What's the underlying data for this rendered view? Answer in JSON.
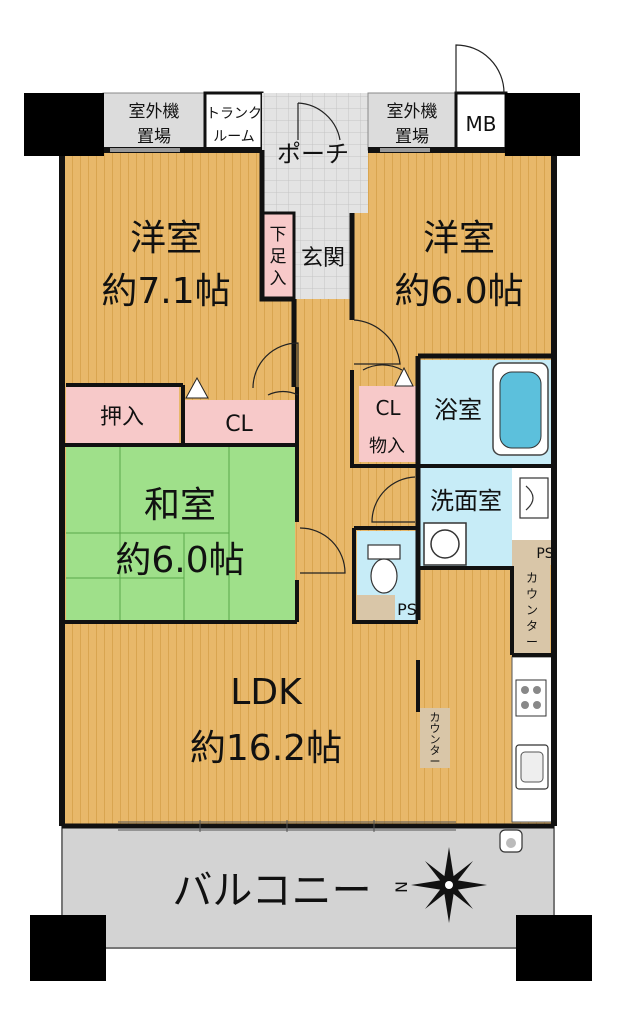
{
  "colors": {
    "wood": "#e8b86a",
    "wood_stripe": "#d9a550",
    "tatami": "#9fe08a",
    "tatami_line": "#5aa74a",
    "closet": "#f7c9c9",
    "bath": "#c7ecf7",
    "utility": "#d9c6a8",
    "balcony": "#d3d3d3",
    "porch": "#d9d9d9",
    "wall": "#111111"
  },
  "rooms": {
    "western1": {
      "name": "洋室",
      "size": "約7.1帖"
    },
    "western2": {
      "name": "洋室",
      "size": "約6.0帖"
    },
    "japanese": {
      "name": "和室",
      "size": "約6.0帖"
    },
    "ldk": {
      "name": "LDK",
      "size": "約16.2帖"
    },
    "bath": {
      "name": "浴室"
    },
    "washroom": {
      "name": "洗面室"
    },
    "balcony": {
      "name": "バルコニー"
    },
    "porch": {
      "name": "ポーチ"
    },
    "entrance": {
      "name": "玄関"
    }
  },
  "labels": {
    "outdoor_unit_1": [
      "室外機",
      "置場"
    ],
    "outdoor_unit_2": [
      "室外機",
      "置場"
    ],
    "trunk_room": [
      "トランク",
      "ルーム"
    ],
    "mb": "MB",
    "shoe_box": [
      "下",
      "足",
      "入"
    ],
    "oshiire": "押入",
    "cl1": "CL",
    "cl2": "CL",
    "storage": "物入",
    "ps1": "PS",
    "ps2": "PS",
    "counter1": [
      "カ",
      "ウ",
      "ン",
      "タ",
      "ー"
    ],
    "counter2": [
      "カ",
      "ウ",
      "ン",
      "タ",
      "ー"
    ],
    "compass_n": "N"
  }
}
